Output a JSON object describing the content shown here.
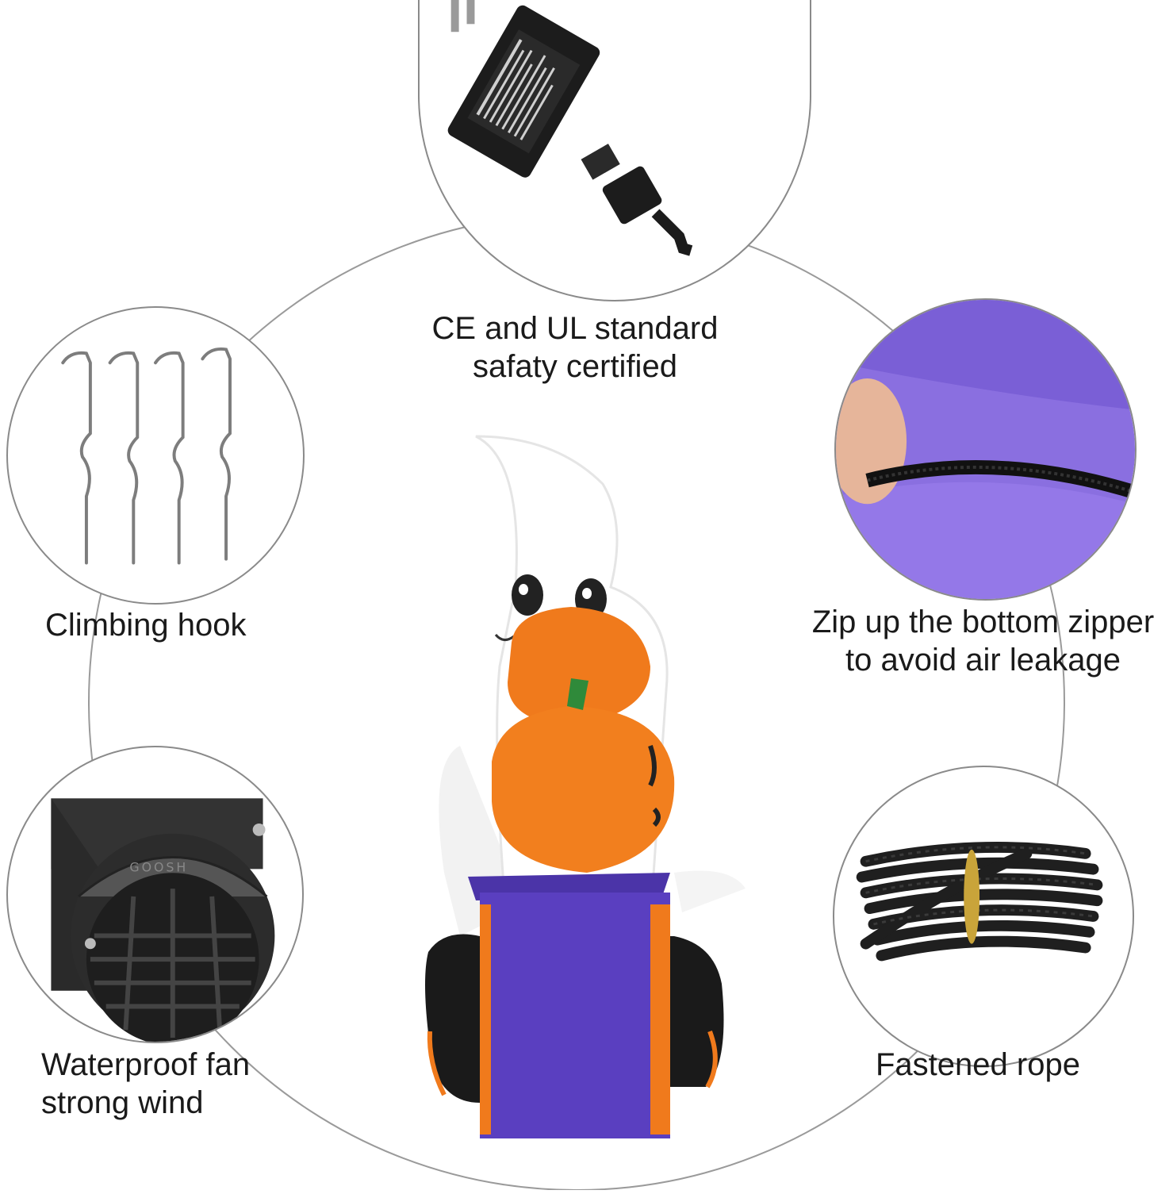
{
  "features": {
    "power": {
      "line1": "CE and UL standard",
      "line2": "safaty certified"
    },
    "hook": {
      "line1": "Climbing hook"
    },
    "zipper": {
      "line1": "Zip up the bottom zipper",
      "line2": "to avoid air leakage"
    },
    "fan": {
      "line1": "Waterproof fan",
      "line2": "strong wind"
    },
    "rope": {
      "line1": "Fastened rope"
    }
  },
  "fan_brand": "GOOSH",
  "icons": [
    "power-adapter-icon",
    "climbing-hook-icon",
    "zipper-icon",
    "blower-fan-icon",
    "rope-coil-icon"
  ],
  "colors": {
    "ring": "#9a9a9a",
    "pumpkin": "#f07a1c",
    "box": "#5a3fc0",
    "ghost": "#ffffff",
    "fabric": "#8a6fe0"
  }
}
